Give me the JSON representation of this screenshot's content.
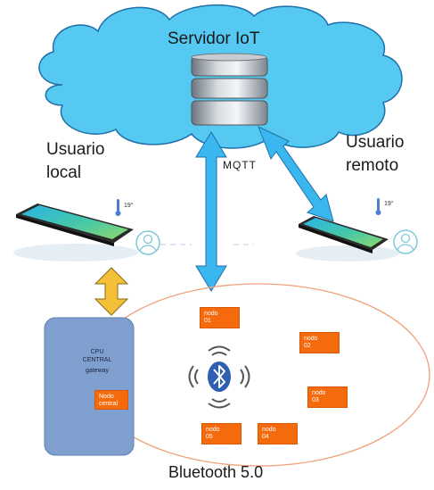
{
  "title": "Servidor IoT",
  "labels": {
    "local_user": [
      "Usuario",
      "local"
    ],
    "remote_user": [
      "Usuario",
      "remoto"
    ],
    "protocol": "MQTT",
    "footer": "Bluetooth 5.0"
  },
  "phone_temperature": "19°",
  "gateway": {
    "lines": [
      "CPU",
      "CENTRAL"
    ],
    "sub": "gateway",
    "central_node": [
      "Nodo",
      "central"
    ]
  },
  "nodes": [
    {
      "label": [
        "nodo",
        "01"
      ]
    },
    {
      "label": [
        "nodo",
        "02"
      ]
    },
    {
      "label": [
        "nodo",
        "03"
      ]
    },
    {
      "label": [
        "nodo",
        "04"
      ]
    },
    {
      "label": [
        "nodo",
        "05"
      ]
    }
  ],
  "colors": {
    "cloud": "#56c9f2",
    "arrow": "#3bb7f0",
    "gateway_arrow": "#f4c03a",
    "node": "#f46a0c",
    "gateway_box": "#7f9fcf",
    "ellipse": "#f0a27a",
    "bluetooth": "#2f5fb3"
  },
  "icons": [
    "cloud-icon",
    "database-server-icon",
    "smartphone-icon",
    "thermometer-icon",
    "user-avatar-icon",
    "bluetooth-icon",
    "wifi-signal-icon"
  ]
}
